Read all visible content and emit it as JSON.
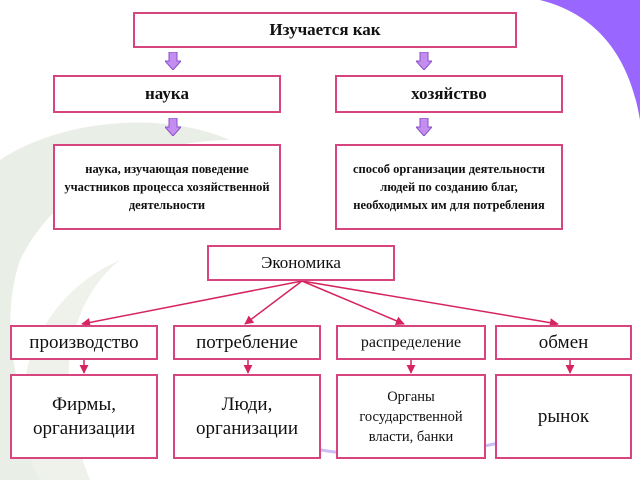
{
  "colors": {
    "box_border": "#d6457e",
    "connector": "#d6245f",
    "arrow_fill": "#c38ef0",
    "arrow_stroke": "#8a4fc9",
    "corner_accent": "#9966ff",
    "background_swoosh": "#e7ede4"
  },
  "top": {
    "title": "Изучается как"
  },
  "branches": [
    {
      "label": "наука",
      "definition": "наука, изучающая поведение участников процесса хозяйственной деятельности"
    },
    {
      "label": "хозяйство",
      "definition": "способ организации деятельности людей по созданию благ, необходимых им для потребления"
    }
  ],
  "center": {
    "title": "Экономика"
  },
  "spheres": [
    {
      "label": "производство",
      "agent": "Фирмы, организации"
    },
    {
      "label": "потребление",
      "agent": "Люди, организации"
    },
    {
      "label": "распределение",
      "agent": "Органы государственной власти, банки"
    },
    {
      "label": "обмен",
      "agent": "рынок"
    }
  ]
}
